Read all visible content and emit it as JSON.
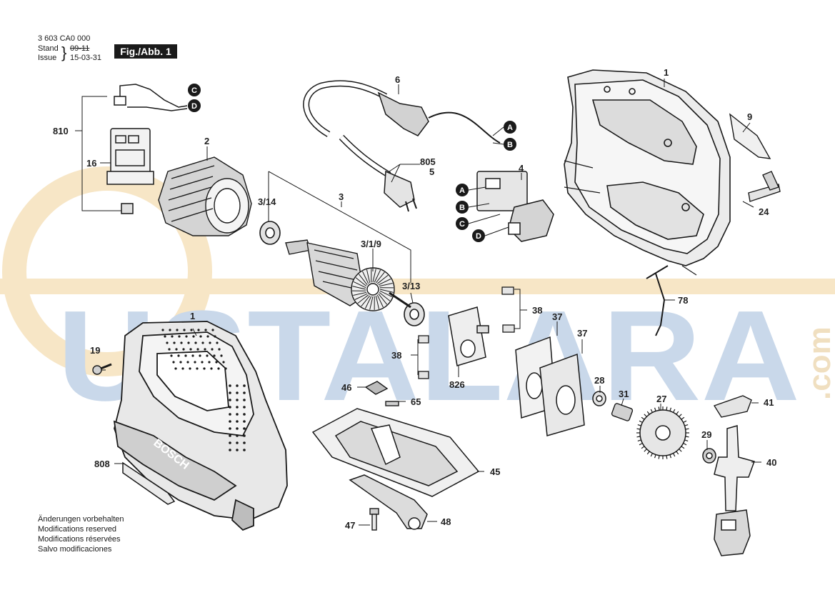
{
  "header": {
    "doc_number": "3 603 CA0 000",
    "stand_label": "Stand",
    "issue_label": "Issue",
    "stand_value": "09-11",
    "issue_value": "15-03-31",
    "fig_label": "Fig./Abb. 1"
  },
  "notes": [
    "Änderungen vorbehalten",
    "Modifications reserved",
    "Modifications réservées",
    "Salvo modificaciones"
  ],
  "watermark": {
    "text": "USTALARA",
    "suffix": ".com"
  },
  "brand": {
    "text": "BOSCH"
  },
  "connectors": [
    "A",
    "B",
    "C",
    "D"
  ],
  "part_labels": {
    "p1_top": "1",
    "p1_left": "1",
    "p2": "2",
    "p3": "3",
    "p3_14": "3/14",
    "p3_1_9": "3/1/9",
    "p3_13": "3/13",
    "p4": "4",
    "p5": "5",
    "p6": "6",
    "p9": "9",
    "p16": "16",
    "p19": "19",
    "p24": "24",
    "p27": "27",
    "p28": "28",
    "p29": "29",
    "p31": "31",
    "p37a": "37",
    "p37b": "37",
    "p38a": "38",
    "p38b": "38",
    "p40": "40",
    "p41": "41",
    "p45": "45",
    "p46": "46",
    "p47": "47",
    "p48": "48",
    "p65": "65",
    "p78": "78",
    "p805": "805",
    "p808": "808",
    "p810": "810",
    "p826": "826"
  },
  "colors": {
    "ink": "#1a1a1a",
    "watermark_blue": "#c9d8ea",
    "watermark_orange": "#f7e6c6"
  }
}
